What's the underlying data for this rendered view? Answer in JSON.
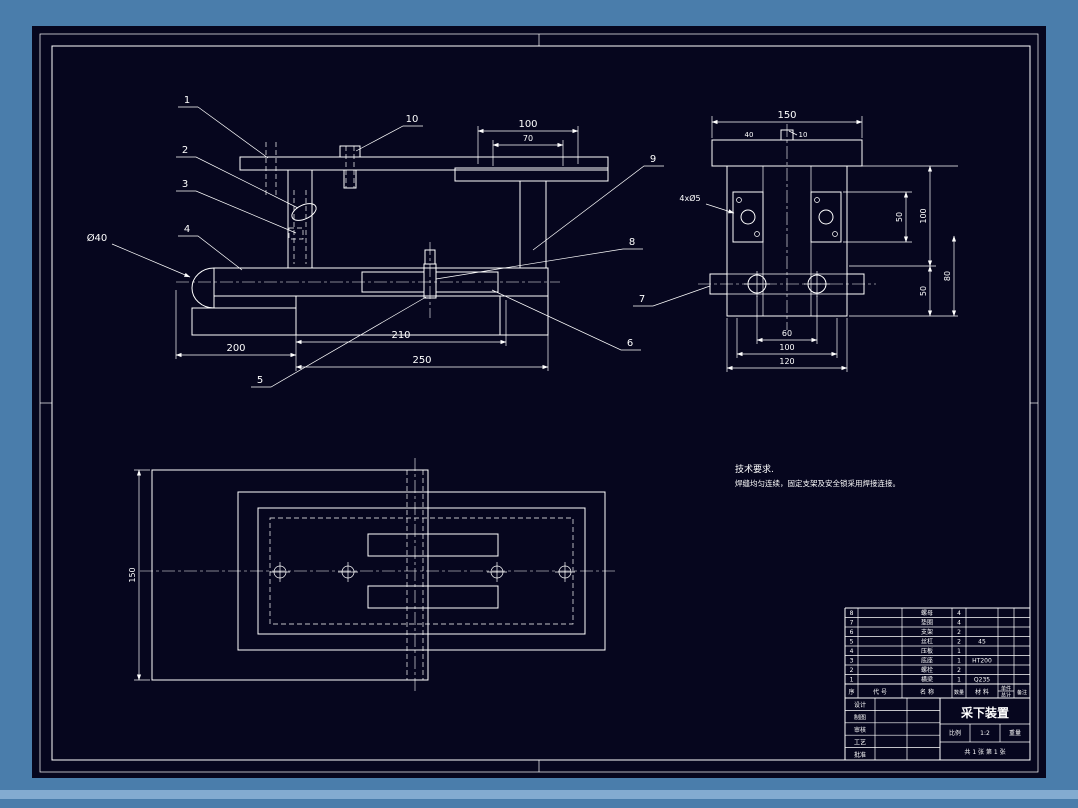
{
  "colors": {
    "frame_bg": "#4a7dab",
    "canvas": "#06061e",
    "line": "#ffffff",
    "bottom_strip": "#83abd0"
  },
  "callouts": {
    "n1": "1",
    "n2": "2",
    "n3": "3",
    "n4": "4",
    "n5": "5",
    "n6": "6",
    "n7": "7",
    "n8": "8",
    "n9": "9",
    "n10": "10"
  },
  "front_view": {
    "dim_top_100": "100",
    "dim_top_70": "70",
    "dim_210": "210",
    "dim_200": "200",
    "dim_250": "250",
    "dim_dia40": "Ø40"
  },
  "side_view": {
    "dim_150": "150",
    "dim_40": "40",
    "dim_10": "10",
    "label_holes": "4xØ5",
    "dim_100": "100",
    "dim_50a": "50",
    "dim_50b": "50",
    "dim_80": "80",
    "dim_60": "60",
    "dim_100b": "100",
    "dim_120": "120"
  },
  "plan_view": {
    "dim_150": "150"
  },
  "notes": {
    "title": "技术要求.",
    "line1": "焊缝均匀连续，固定支架及安全锁采用焊接连接。"
  },
  "title_block": {
    "drawing_title": "采下装置",
    "header": {
      "seq": "序",
      "code": "代  号",
      "name": "名  称",
      "qty": "数量",
      "material": "材  料",
      "unit": "单件",
      "total": "总计",
      "remark": "备注"
    },
    "parts": [
      {
        "seq": "8",
        "name": "螺母",
        "qty": "4",
        "material": ""
      },
      {
        "seq": "7",
        "name": "垫圈",
        "qty": "4",
        "material": ""
      },
      {
        "seq": "6",
        "name": "支架",
        "qty": "2",
        "material": ""
      },
      {
        "seq": "5",
        "name": "丝杠",
        "qty": "2",
        "material": "45"
      },
      {
        "seq": "4",
        "name": "压板",
        "qty": "1",
        "material": ""
      },
      {
        "seq": "3",
        "name": "底座",
        "qty": "1",
        "material": "HT200"
      },
      {
        "seq": "2",
        "name": "螺栓",
        "qty": "2",
        "material": ""
      },
      {
        "seq": "1",
        "name": "横梁",
        "qty": "1",
        "material": "Q235"
      }
    ],
    "sign_rows": [
      {
        "label": "设计"
      },
      {
        "label": "制图"
      },
      {
        "label": "审核"
      },
      {
        "label": "工艺"
      },
      {
        "label": "批准"
      }
    ],
    "info": {
      "scale_label": "比例",
      "scale": "1:2",
      "weight_label": "重量",
      "sheet": "共 1 张  第 1 张"
    }
  }
}
